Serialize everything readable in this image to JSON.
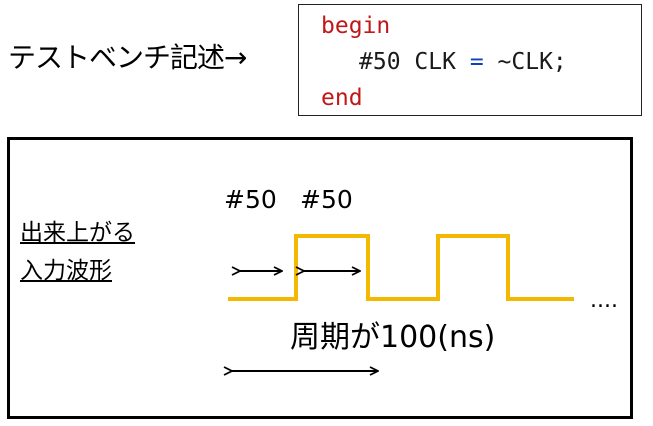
{
  "header": {
    "label": "テストベンチ記述",
    "arrow": "→"
  },
  "code": {
    "line1": "begin",
    "line2_delay": "#50",
    "line2_lhs": "CLK",
    "line2_op": "=",
    "line2_rhs": "~CLK;",
    "line3": "end"
  },
  "diagram": {
    "label_line1": "出来上がる",
    "label_line2": "入力波形",
    "delay_1": "#50",
    "delay_2": "#50",
    "continuation": "....",
    "period_text": "周期が100(ns)",
    "colors": {
      "waveform": "#f5b800",
      "frame": "#000000"
    }
  }
}
